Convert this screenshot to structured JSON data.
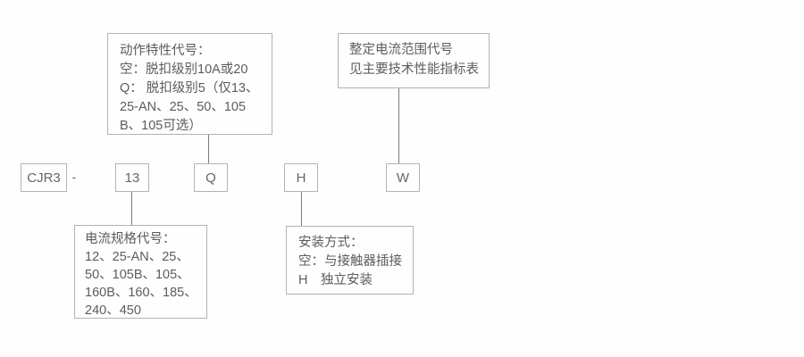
{
  "model_code": {
    "prefix": "CJR3",
    "separator": "-",
    "segments": [
      "13",
      "Q",
      "H",
      "W"
    ]
  },
  "callouts": {
    "action_characteristic": {
      "lines": [
        "动作特性代号：",
        "空：脱扣级别10A或20",
        "Q： 脱扣级别5（仅13、",
        "25-AN、25、50、105",
        "B、105可选）"
      ]
    },
    "setting_current_range": {
      "lines": [
        "整定电流范围代号",
        "见主要技术性能指标表"
      ]
    },
    "current_spec": {
      "lines": [
        "电流规格代号：",
        "12、25-AN、25、",
        "50、105B、105、",
        "160B、160、185、",
        "240、450"
      ]
    },
    "mounting_mode": {
      "lines": [
        "安装方式：",
        "空：与接触器插接",
        "H　独立安装"
      ]
    }
  },
  "colors": {
    "border": "#b3b3b3",
    "text": "#5c5c5c",
    "connector_line": "#7d7d7d",
    "background": "#fefefe"
  }
}
